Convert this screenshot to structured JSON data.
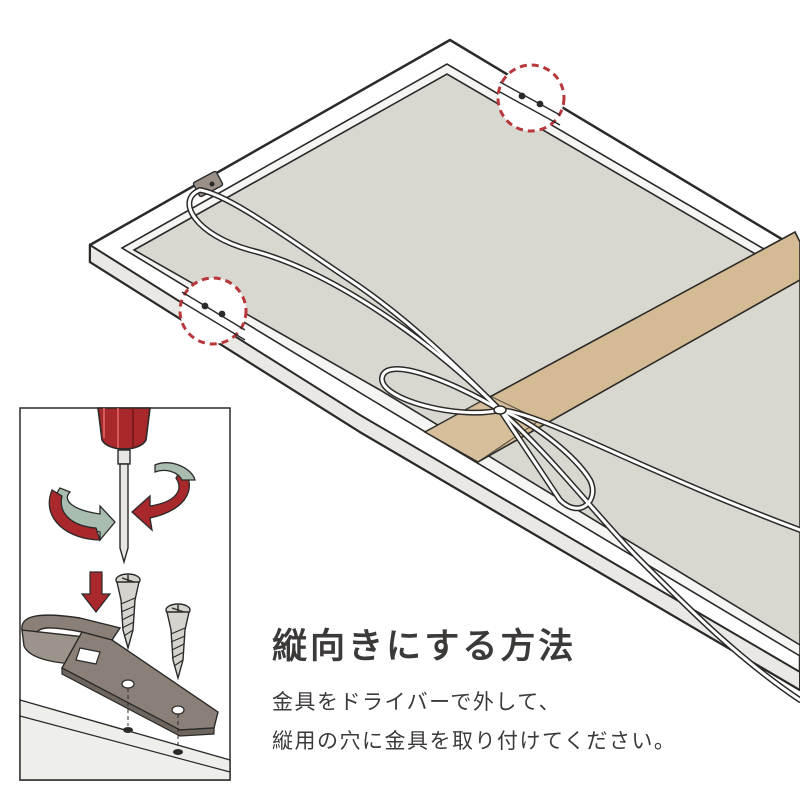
{
  "heading": "縦向きにする方法",
  "description": [
    "金具をドライバーで外して、",
    "縦用の穴に金具を取り付けてください。"
  ],
  "colors": {
    "text": "#3c3a39",
    "frame": "#ffffff",
    "backboard": "#d8d7d0",
    "tape": "#d4bb94",
    "highlight_ring": "#b8373a",
    "arrow_red": "#a8282b",
    "arrow_green": "#a9bcb0",
    "hardware": "#8a8078"
  },
  "icons": [
    "screwdriver-icon",
    "rotate-arrow-icon",
    "down-arrow-icon",
    "screw-icon",
    "hanger-bracket-icon"
  ]
}
